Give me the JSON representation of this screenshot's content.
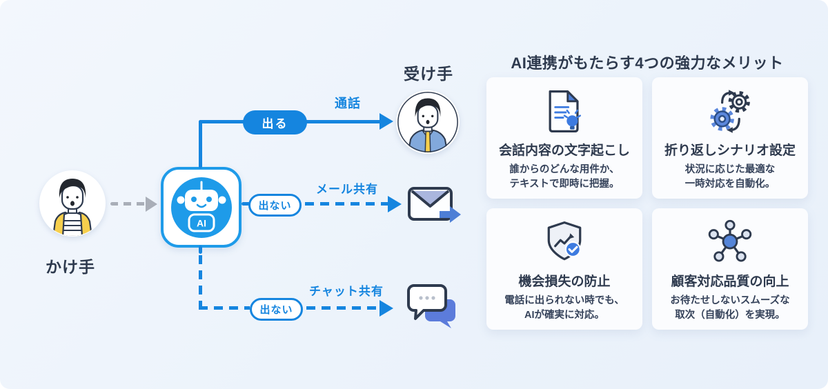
{
  "colors": {
    "accent": "#1585DF",
    "robot_blue": "#1E9BE9",
    "navy": "#2E3A4E",
    "bg": "#EDF3FB",
    "card": "#FBFCFE",
    "icon_blue": "#3D7BE0",
    "peri": "#5C7CDB",
    "icon_light": "#DCE3F0",
    "gray": "#A9AEB8"
  },
  "flow": {
    "caller_label": "かけ手",
    "receiver_label": "受け手",
    "ai_badge": "AI",
    "answer_pill": "出る",
    "call_label": "通話",
    "no_answer_pill_mail": "出ない",
    "mail_label": "メール共有",
    "no_answer_pill_chat": "出ない",
    "chat_label": "チャット共有"
  },
  "merits": {
    "title": "AI連携がもたらす4つの強力なメリット",
    "cards": [
      {
        "icon": "document-transcript-icon",
        "title": "会話内容の文字起こし",
        "desc1": "誰からのどんな用件か、",
        "desc2": "テキストで即時に把握。"
      },
      {
        "icon": "callback-gears-icon",
        "title": "折り返しシナリオ設定",
        "desc1": "状況に応じた最適な",
        "desc2": "一時対応を自動化。"
      },
      {
        "icon": "shield-check-icon",
        "title": "機会損失の防止",
        "desc1": "電話に出られない時でも、",
        "desc2": "AIが確実に対応。"
      },
      {
        "icon": "network-hub-icon",
        "title": "顧客対応品質の向上",
        "desc1": "お待たせしないスムーズな",
        "desc2": "取次（自動化）を実現。"
      }
    ]
  }
}
